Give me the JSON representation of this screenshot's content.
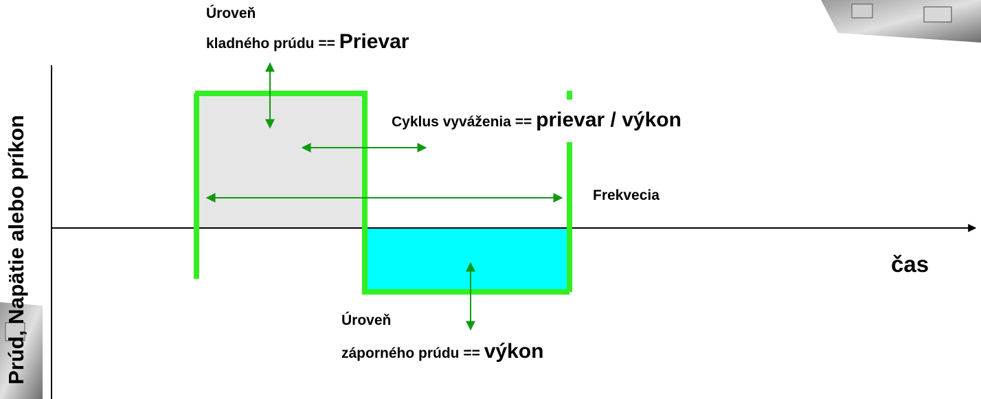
{
  "y_axis_label": "Prúd, Napätie alebo príkon",
  "x_axis_label": "čas",
  "positive_level": {
    "line1": "Úroveň",
    "line2_prefix": "kladného prúdu == ",
    "line2_term": "Prievar"
  },
  "cycle": {
    "prefix": "Cyklus vyváženia == ",
    "term": "prievar / výkon"
  },
  "frequency": "Frekvecia",
  "negative_level": {
    "line1": "Úroveň",
    "line2_prefix": "záporného prúdu == ",
    "line2_term": "výkon"
  },
  "colors": {
    "waveform": "#33ee22",
    "arrows": "#119911",
    "positive_fill": "#e6e6e6",
    "negative_fill": "#00ffff",
    "axis": "#000000"
  }
}
